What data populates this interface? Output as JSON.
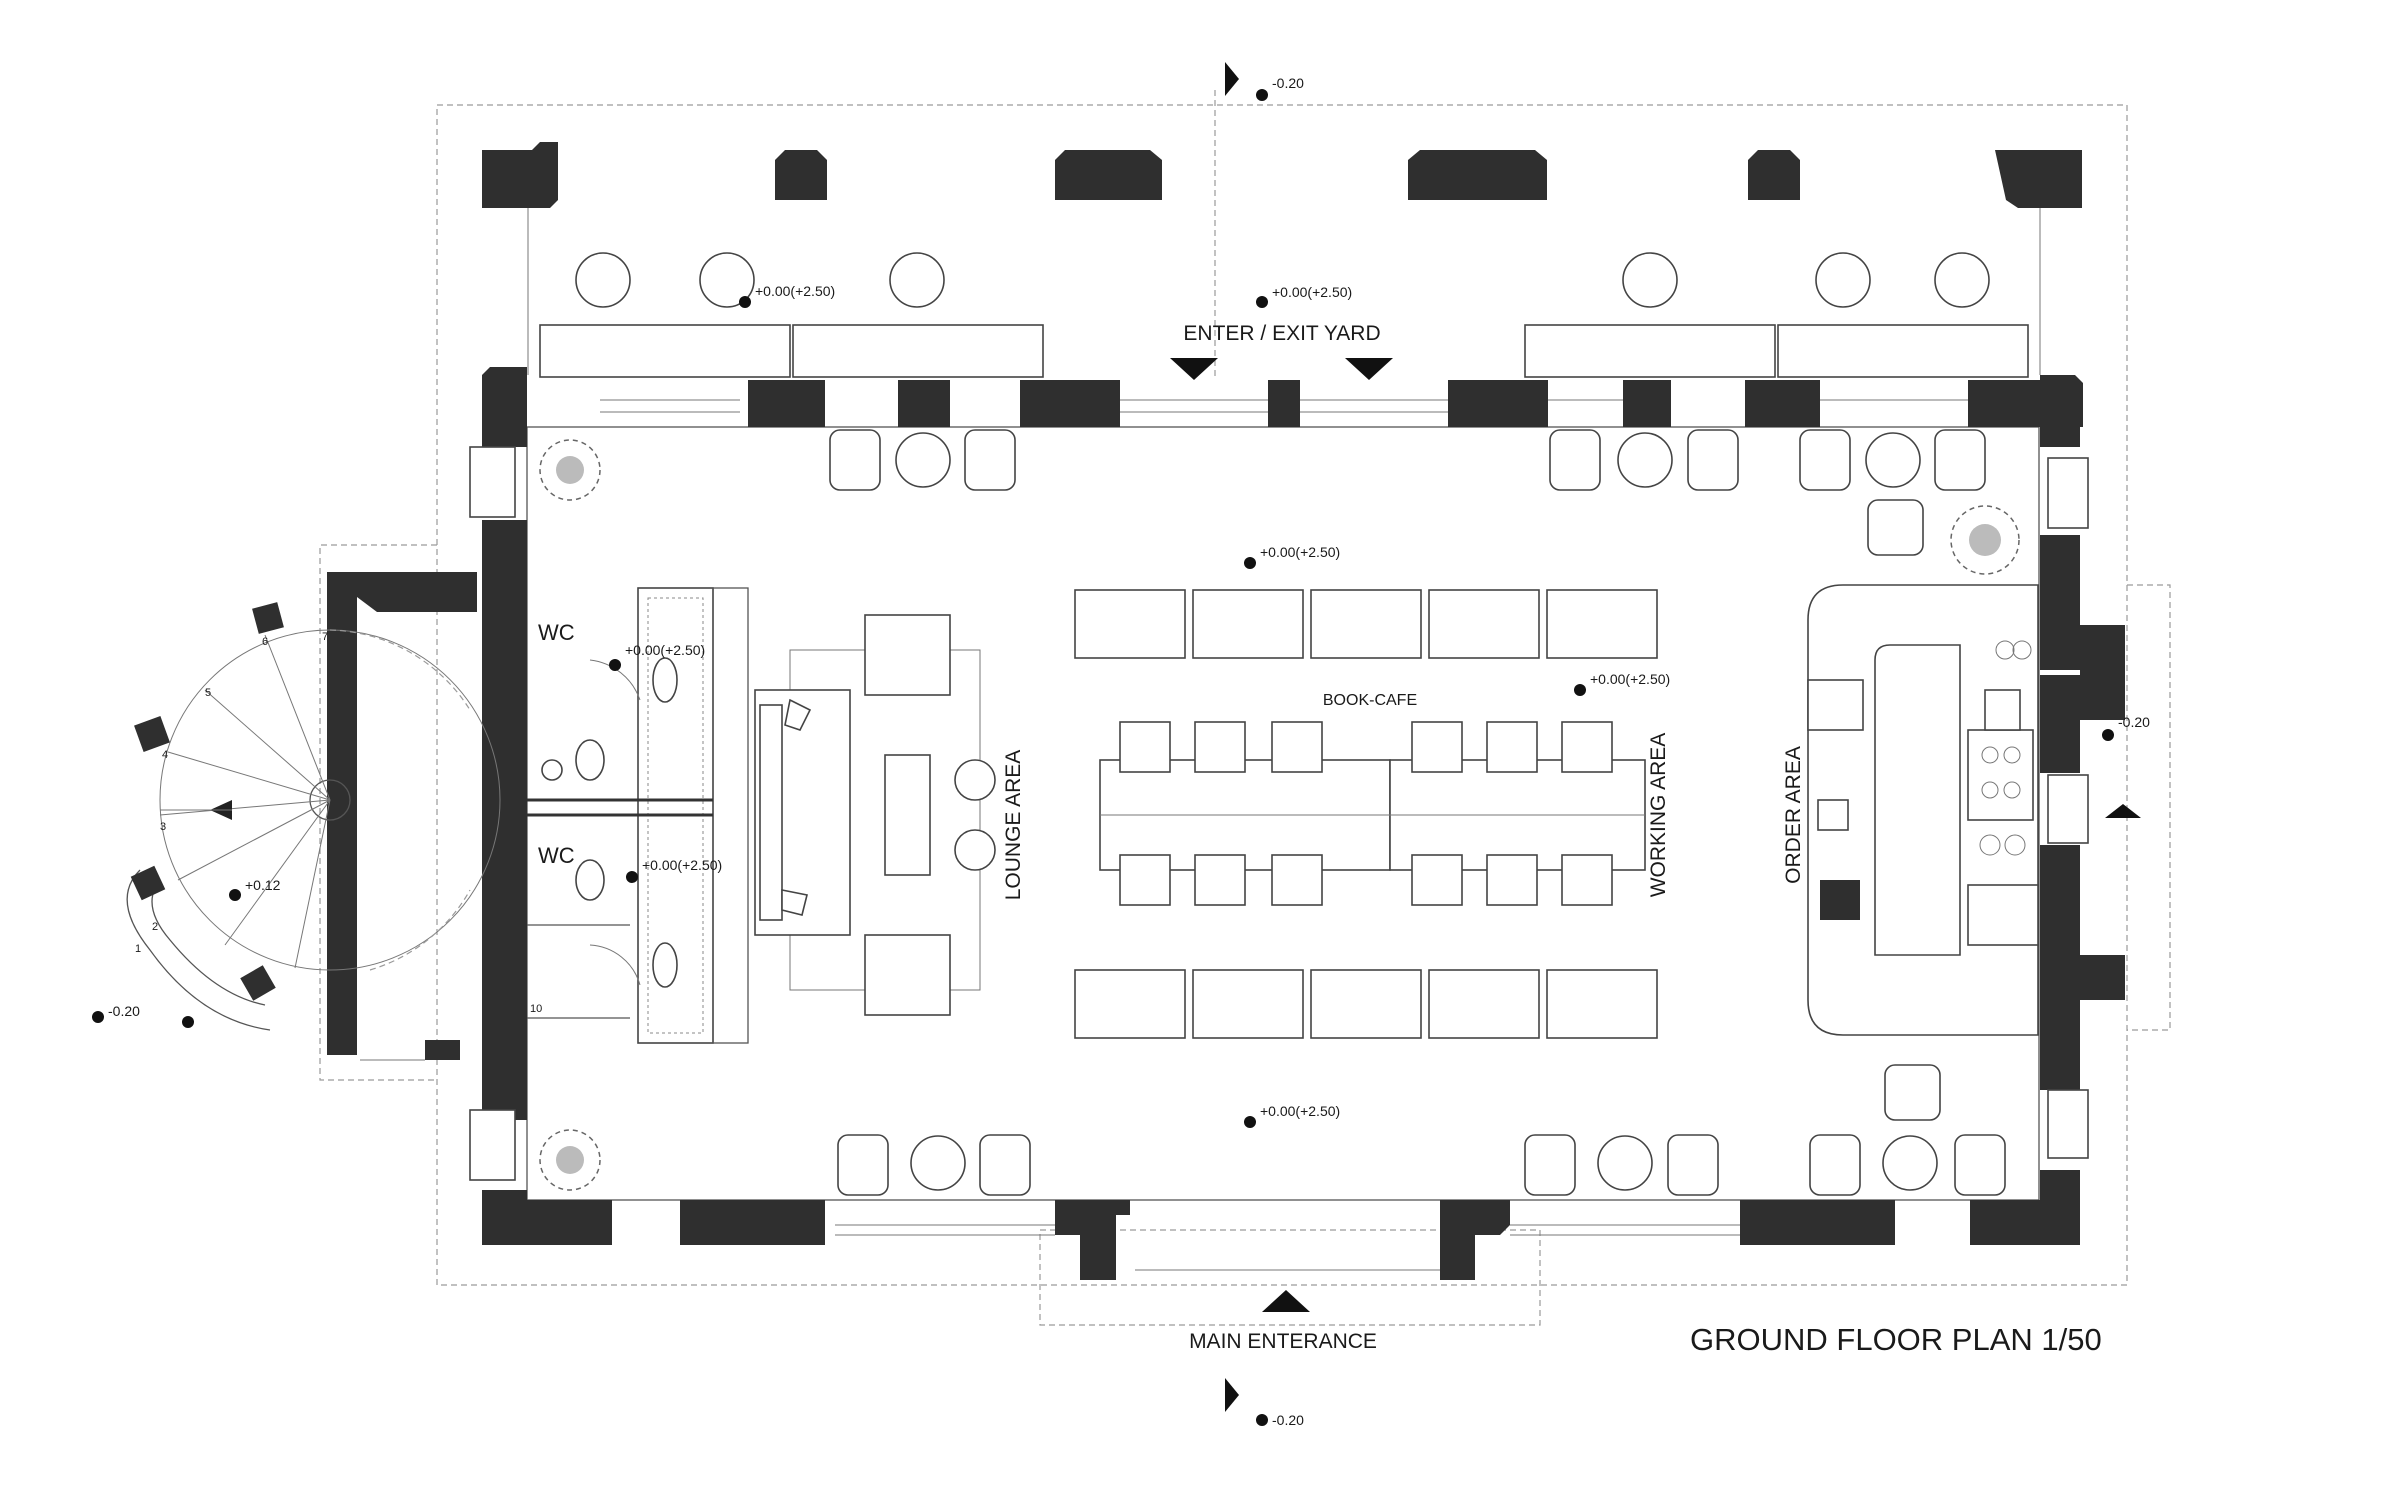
{
  "drawing": {
    "title": "GROUND FLOOR PLAN 1/50"
  },
  "rooms": {
    "enter_exit": "ENTER / EXIT YARD",
    "main_entrance": "MAIN ENTERANCE",
    "book_cafe": "BOOK-CAFE",
    "lounge": "LOUNGE AREA",
    "working": "WORKING AREA",
    "order": "ORDER AREA",
    "wc_top": "WC",
    "wc_bottom": "WC"
  },
  "levels": {
    "top_outside": "-0.20",
    "bottom_outside": "-0.20",
    "right_outside": "-0.20",
    "left_outside": "-0.20",
    "yard": "+0.00(+2.50)",
    "yard_left": "+0.00(+2.50)",
    "center_top": "+0.00(+2.50)",
    "center_bottom": "+0.00(+2.50)",
    "working": "+0.00(+2.50)",
    "wc_top": "+0.00(+2.50)",
    "wc_bottom": "+0.00(+2.50)",
    "stair_landing": "+0.12"
  },
  "stair_steps": [
    "1",
    "2",
    "3",
    "4",
    "5",
    "6",
    "7"
  ],
  "wc_door_tag": "10"
}
